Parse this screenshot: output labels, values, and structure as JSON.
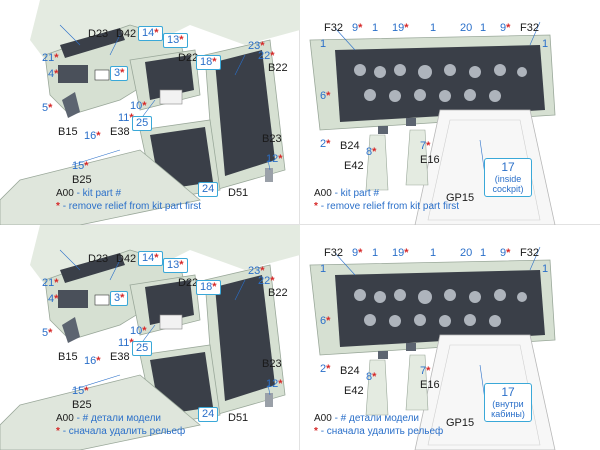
{
  "colors": {
    "callout_blue": "#2a6fc9",
    "frame_cyan": "#3aa8d8",
    "marker_red": "#d62828",
    "kit_part_green": "#d6e0d2",
    "instrument_dark": "#3a3f48"
  },
  "legend_en": {
    "code": "A00",
    "kit_part": "- kit part #",
    "remove_relief": "- remove relief from kit part first"
  },
  "legend_ru": {
    "code": "A00",
    "kit_part": "- # детали модели",
    "remove_relief": "- сначала удалить рельеф"
  },
  "star": "*",
  "left_panel": {
    "D23": "D23",
    "D42": "D42",
    "n14": "14",
    "n13": "13",
    "D22": "D22",
    "n18": "18",
    "n21": "21",
    "n4": "4",
    "n3": "3",
    "n5": "5",
    "B15": "B15",
    "n16": "16",
    "E38": "E38",
    "n11": "11",
    "n10": "10",
    "n25": "25",
    "n23": "23",
    "n22": "22",
    "B22": "B22",
    "B23": "B23",
    "n15": "15",
    "n12": "12",
    "B25": "B25",
    "n24": "24",
    "D51": "D51"
  },
  "right_panel": {
    "F32a": "F32",
    "n9a": "9",
    "n1a": "1",
    "n19": "19",
    "n1b": "1",
    "n20": "20",
    "n1c": "1",
    "n9b": "9",
    "F32b": "F32",
    "n1d": "1",
    "n1e": "1",
    "n6": "6",
    "n2": "2",
    "B24": "B24",
    "n8": "8",
    "n7": "7",
    "E42": "E42",
    "E16": "E16",
    "n17": "17",
    "GP15": "GP15"
  },
  "callout_17_en": "(inside cockpit)",
  "callout_17_ru": "(внутри кабины)"
}
